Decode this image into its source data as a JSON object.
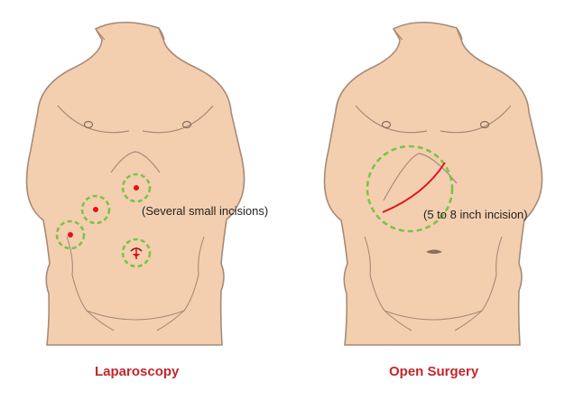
{
  "colors": {
    "skin": "#f3cfb0",
    "outline": "#a78a77",
    "marker_ring": "#7ec248",
    "incision": "#e0141b",
    "caption": "#c0282d"
  },
  "panels": {
    "laparoscopy": {
      "title": "Laparoscopy",
      "note": "(Several small incisions)"
    },
    "open_surgery": {
      "title": "Open Surgery",
      "note": "(5 to 8 inch incision)"
    }
  }
}
